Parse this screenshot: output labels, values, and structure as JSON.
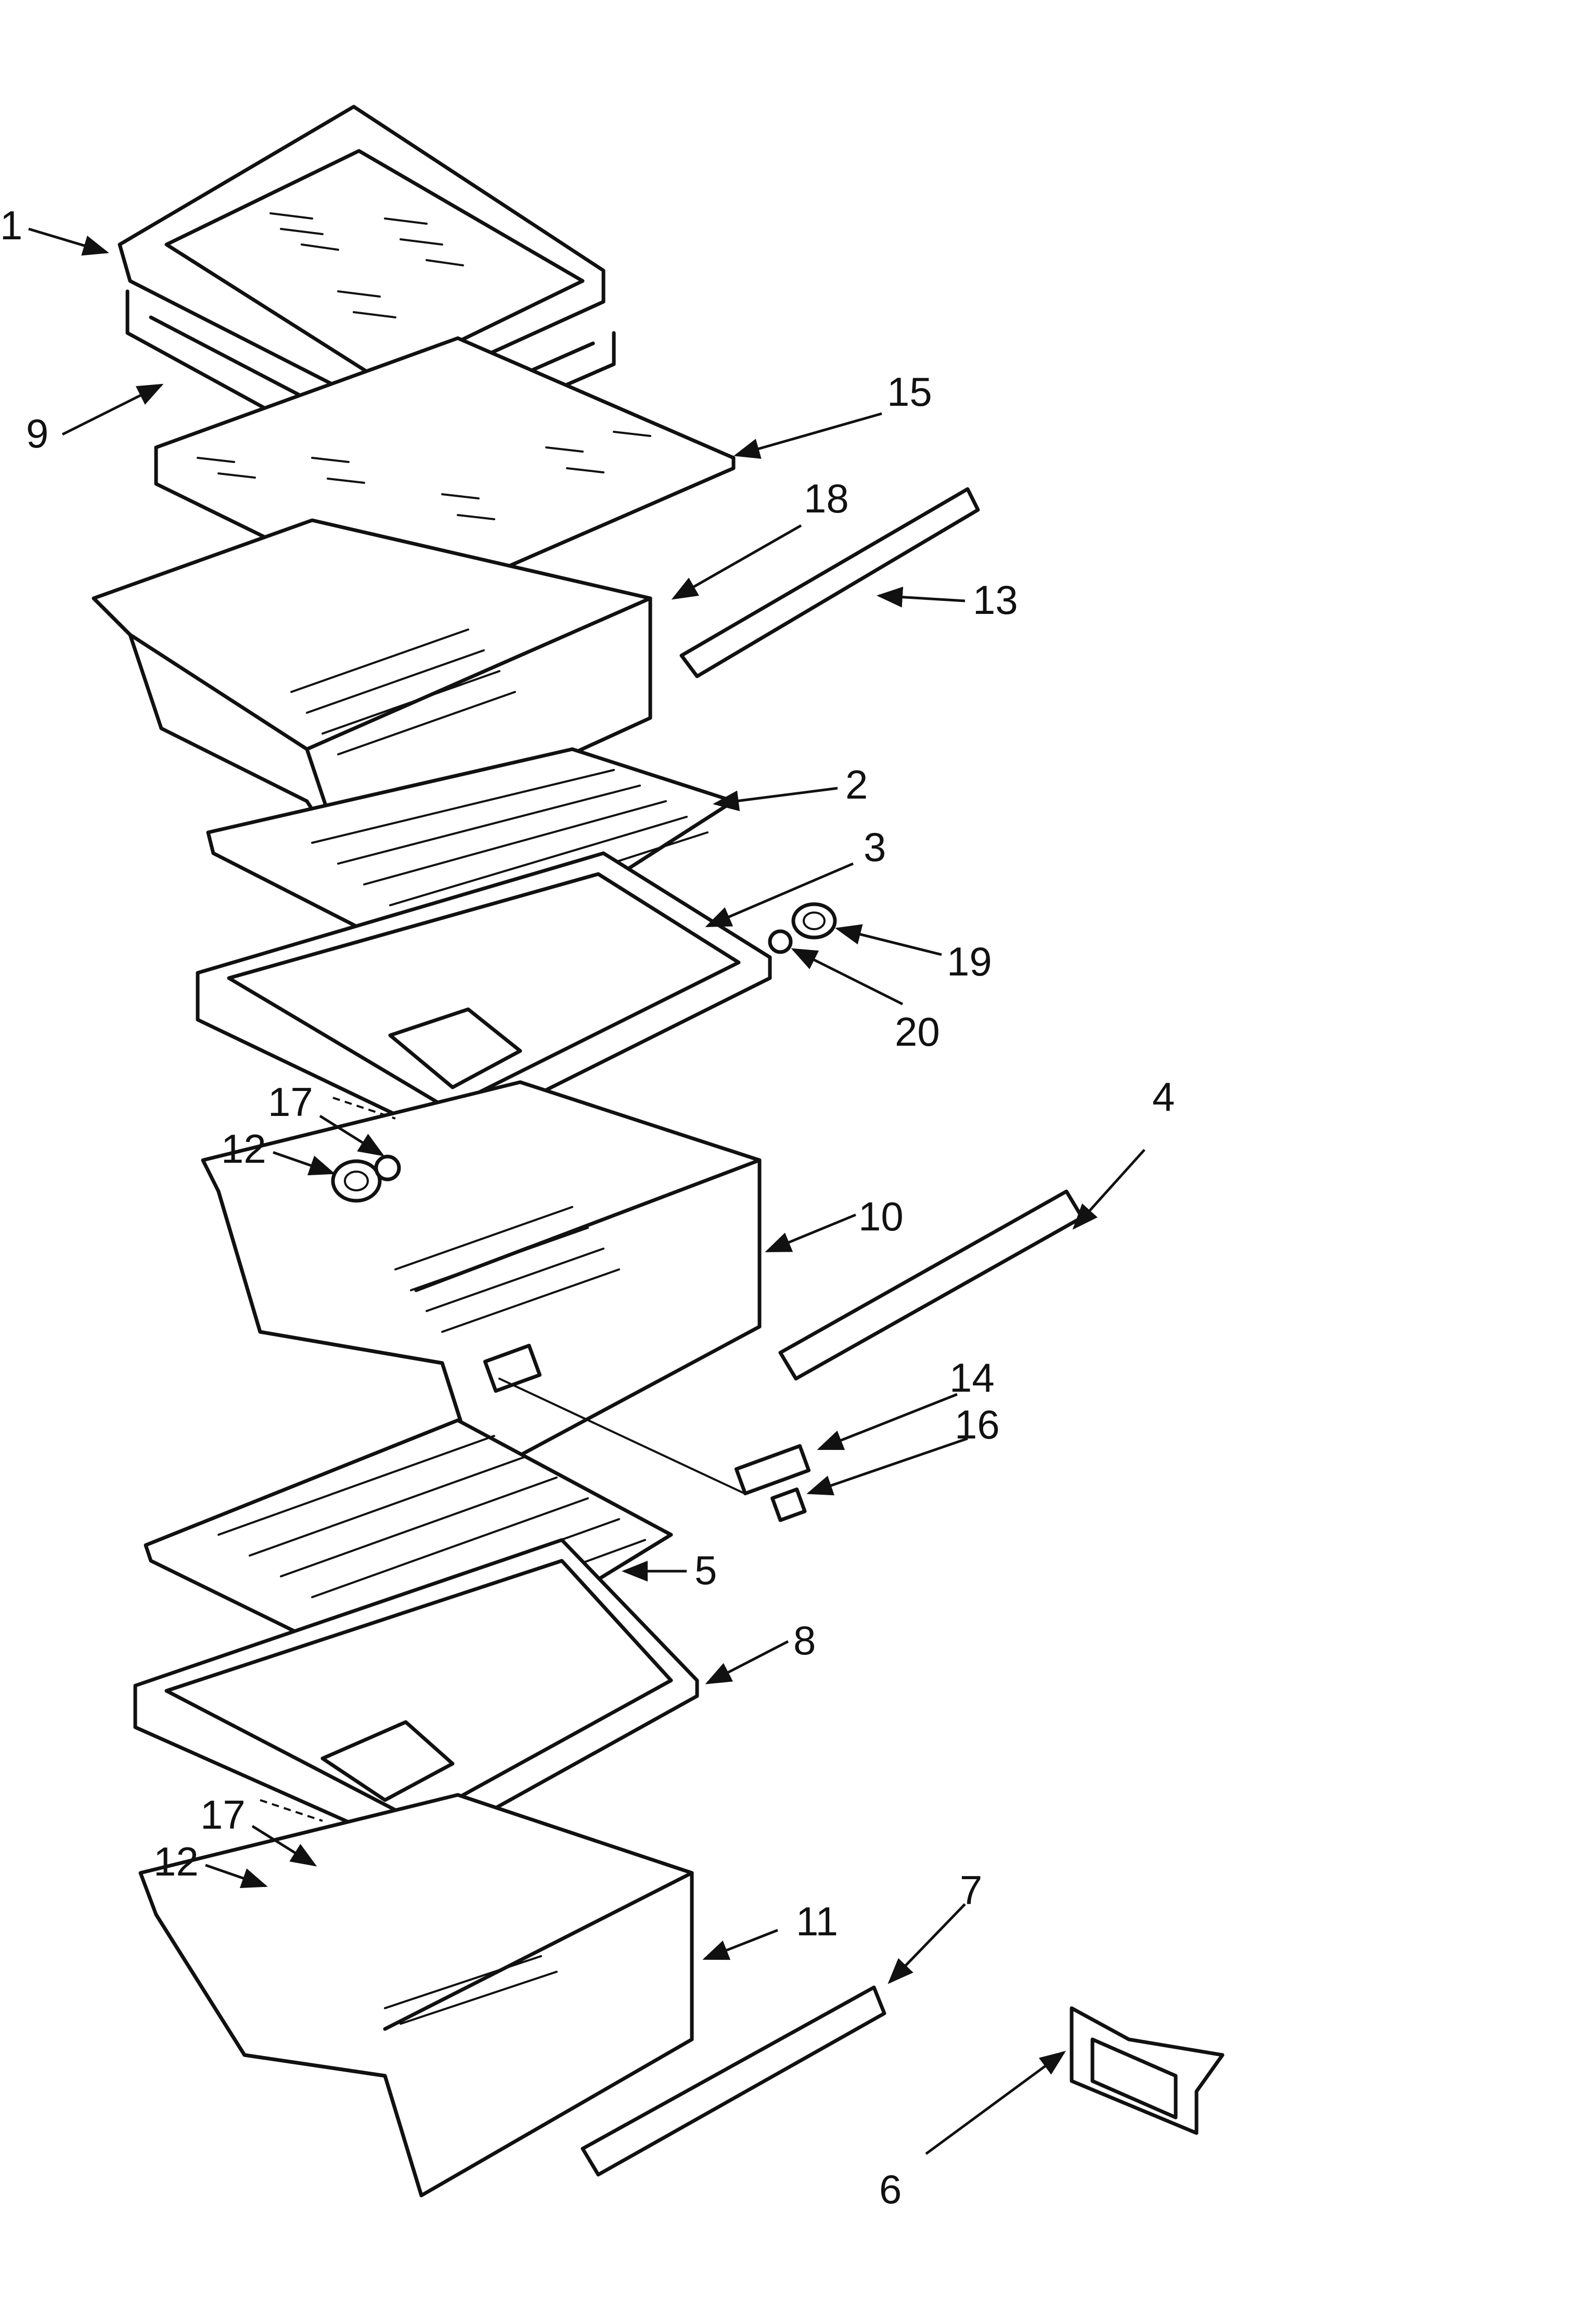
{
  "callouts": {
    "c1": "1",
    "c9": "9",
    "c15": "15",
    "c18": "18",
    "c13": "13",
    "c2": "2",
    "c3": "3",
    "c19": "19",
    "c20": "20",
    "c17a": "17",
    "c12a": "12",
    "c4": "4",
    "c10": "10",
    "c14": "14",
    "c16": "16",
    "c5": "5",
    "c8": "8",
    "c17b": "17",
    "c12b": "12",
    "c7": "7",
    "c11": "11",
    "c6": "6"
  }
}
